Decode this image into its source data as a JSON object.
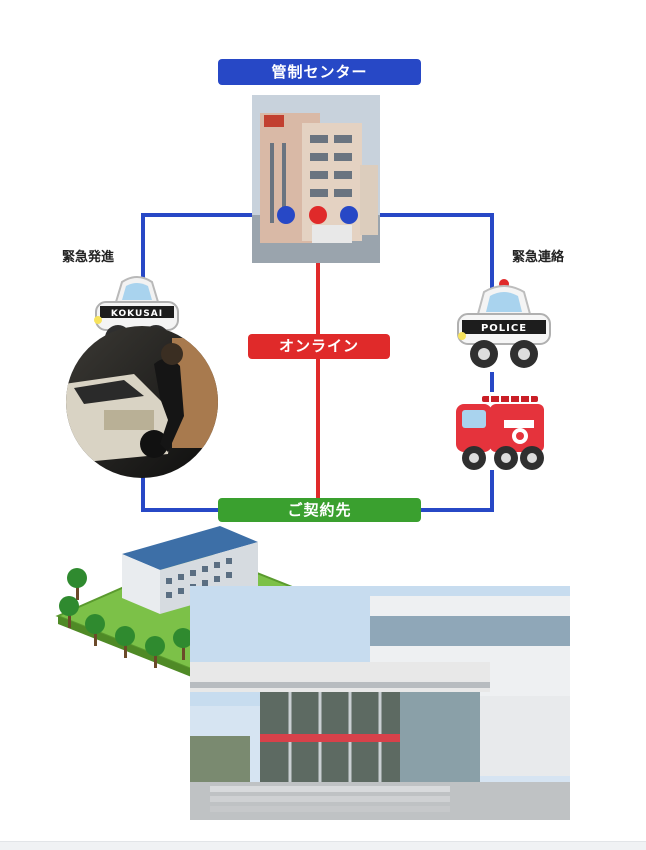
{
  "control_center": {
    "label": "管制センター",
    "color": "#2748c6"
  },
  "online": {
    "label": "オンライン",
    "color": "#e02a2a"
  },
  "client": {
    "label": "ご契約先",
    "color": "#3aa02f"
  },
  "dispatch": {
    "label": "緊急発進"
  },
  "contact": {
    "label": "緊急連絡"
  },
  "patrol_car": {
    "plate": "KOKUSAI"
  },
  "police_car": {
    "plate": "POLICE"
  },
  "line_colors": {
    "network": "#2748c6",
    "online": "#e02a2a"
  }
}
